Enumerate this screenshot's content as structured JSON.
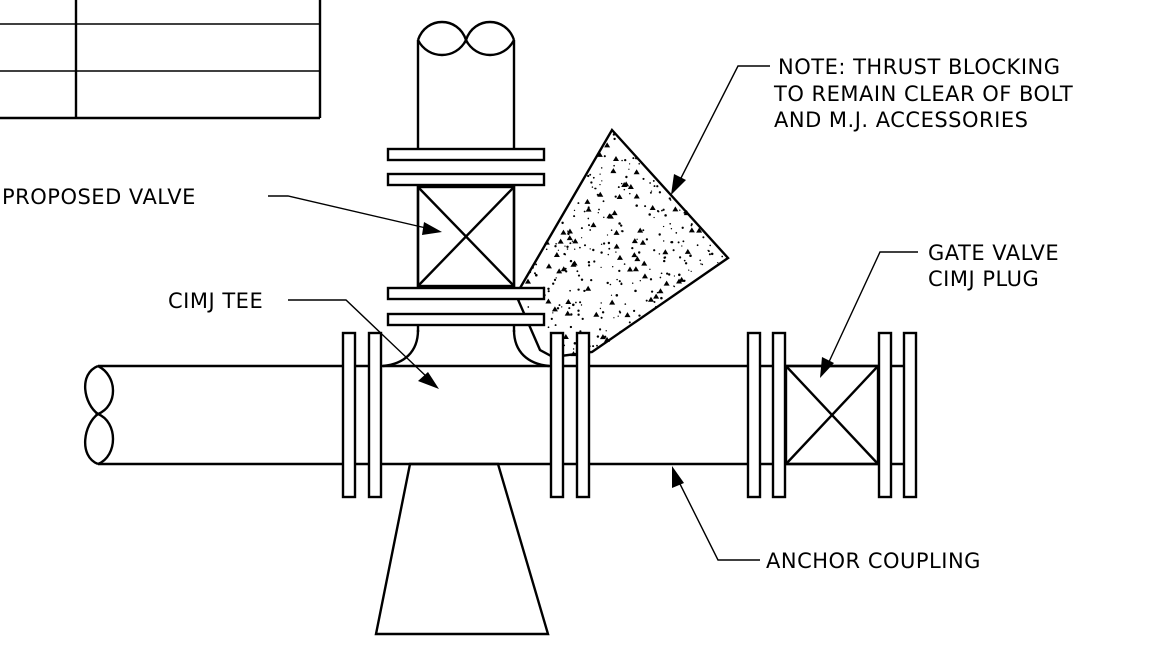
{
  "labels": {
    "note_line1": "NOTE:  THRUST BLOCKING",
    "note_line2": "TO REMAIN CLEAR OF BOLT",
    "note_line3": "AND M.J. ACCESSORIES",
    "proposed_valve": "PROPOSED VALVE",
    "cimj_tee": "CIMJ TEE",
    "gate_valve_line1": "GATE VALVE",
    "gate_valve_line2": "CIMJ PLUG",
    "anchor_coupling": "ANCHOR COUPLING"
  },
  "colors": {
    "line": "#000000",
    "background": "#ffffff"
  }
}
